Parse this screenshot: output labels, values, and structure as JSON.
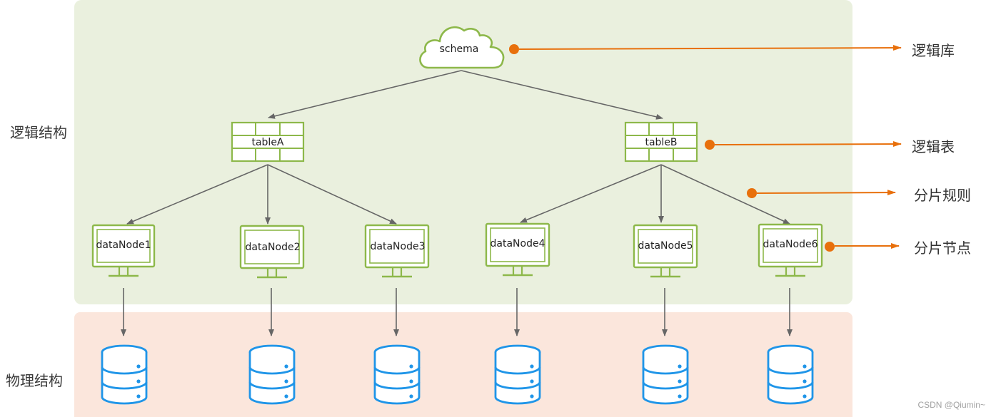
{
  "regions": {
    "logical_label": "逻辑结构",
    "physical_label": "物理结构"
  },
  "schema": {
    "label": "schema"
  },
  "tables": [
    {
      "label": "tableA"
    },
    {
      "label": "tableB"
    }
  ],
  "data_nodes": [
    {
      "label": "dataNode1"
    },
    {
      "label": "dataNode2"
    },
    {
      "label": "dataNode3"
    },
    {
      "label": "dataNode4"
    },
    {
      "label": "dataNode5"
    },
    {
      "label": "dataNode6"
    }
  ],
  "legend": [
    {
      "label": "逻辑库"
    },
    {
      "label": "逻辑表"
    },
    {
      "label": "分片规则"
    },
    {
      "label": "分片节点"
    }
  ],
  "colors": {
    "logical_bg": "#eaf0de",
    "physical_bg": "#fbe6dc",
    "green_stroke": "#8db84a",
    "green_fill": "#ffffff",
    "orange": "#e8700c",
    "arrow": "#666666",
    "db_blue": "#1f95e8"
  },
  "watermark": "CSDN @Qiumin~"
}
